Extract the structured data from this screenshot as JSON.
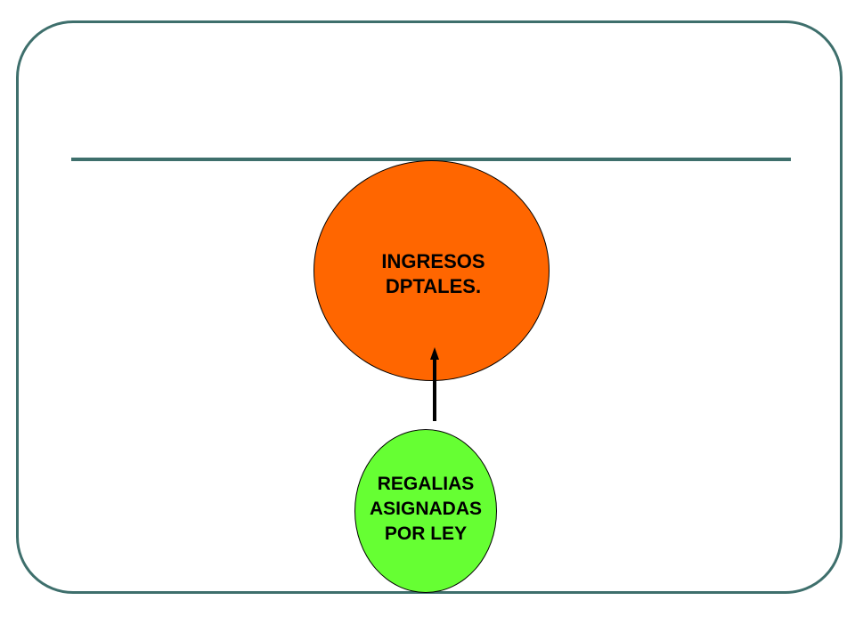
{
  "diagram": {
    "colors": {
      "frame_border": "#3e6f6c",
      "rule": "#3e6f6c",
      "ingresos_fill": "#ff6600",
      "regalias_fill": "#66ff33",
      "arrow": "#000000"
    },
    "nodes": {
      "ingresos": {
        "label": "INGRESOS\nDPTALES."
      },
      "regalias": {
        "label": "REGALIAS\nASIGNADAS\nPOR LEY"
      }
    },
    "edges": [
      {
        "from": "regalias",
        "to": "ingresos",
        "style": "arrow"
      }
    ]
  }
}
